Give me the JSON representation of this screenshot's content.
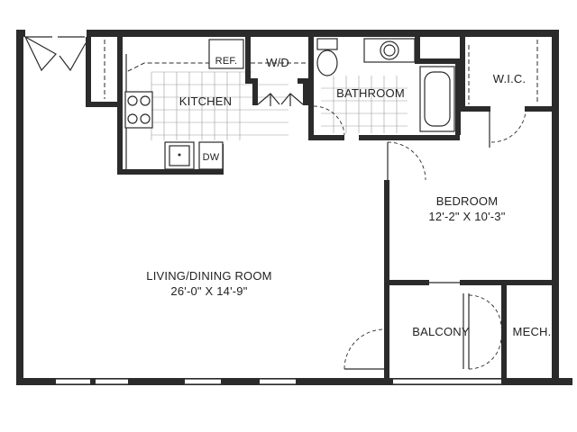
{
  "rooms": {
    "kitchen": "KITCHEN",
    "refrigerator": "REF.",
    "washer_dryer": "W/D",
    "dishwasher": "DW",
    "bathroom": "BATHROOM",
    "walk_in_closet": "W.I.C.",
    "bedroom": "BEDROOM",
    "bedroom_dims": "12'-2\" X 10'-3\"",
    "living_dining": "LIVING/DINING ROOM",
    "living_dims": "26'-0\" X 14'-9\"",
    "balcony": "BALCONY",
    "mechanical": "MECH."
  }
}
